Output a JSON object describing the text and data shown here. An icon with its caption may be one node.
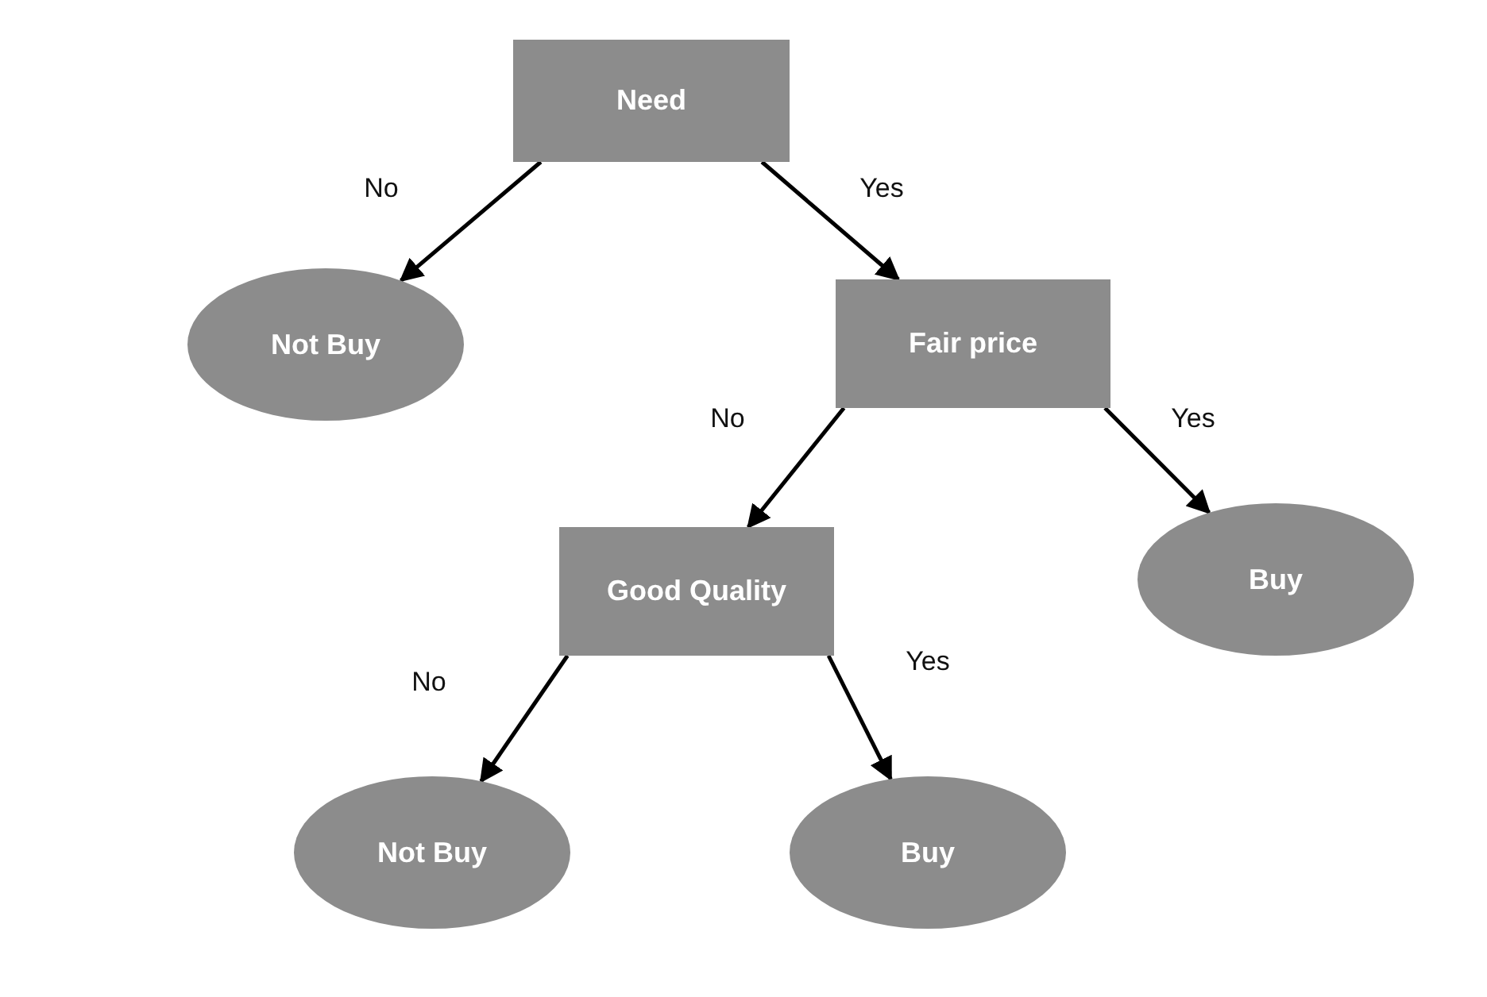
{
  "diagram": {
    "nodes": [
      {
        "text": [
          "Need"
        ]
      },
      {
        "text": [
          "Not Buy"
        ]
      },
      {
        "text": [
          "Fair price"
        ]
      },
      {
        "text": [
          "Good Quality"
        ]
      },
      {
        "text": [
          "Buy"
        ]
      },
      {
        "text": [
          "Not Buy"
        ]
      },
      {
        "text": [
          "Buy"
        ]
      }
    ],
    "edges": [
      {
        "from": 0,
        "to": 1,
        "arrow": "to",
        "label": "No"
      },
      {
        "from": 0,
        "to": 2,
        "arrow": "to",
        "label": "Yes"
      },
      {
        "from": 2,
        "to": 3,
        "arrow": "to",
        "label": "No"
      },
      {
        "from": 2,
        "to": 4,
        "arrow": "to",
        "label": "Yes"
      },
      {
        "from": 3,
        "to": 5,
        "arrow": "to",
        "label": "No"
      },
      {
        "from": 3,
        "to": 6,
        "arrow": "to",
        "label": "Yes"
      }
    ]
  }
}
